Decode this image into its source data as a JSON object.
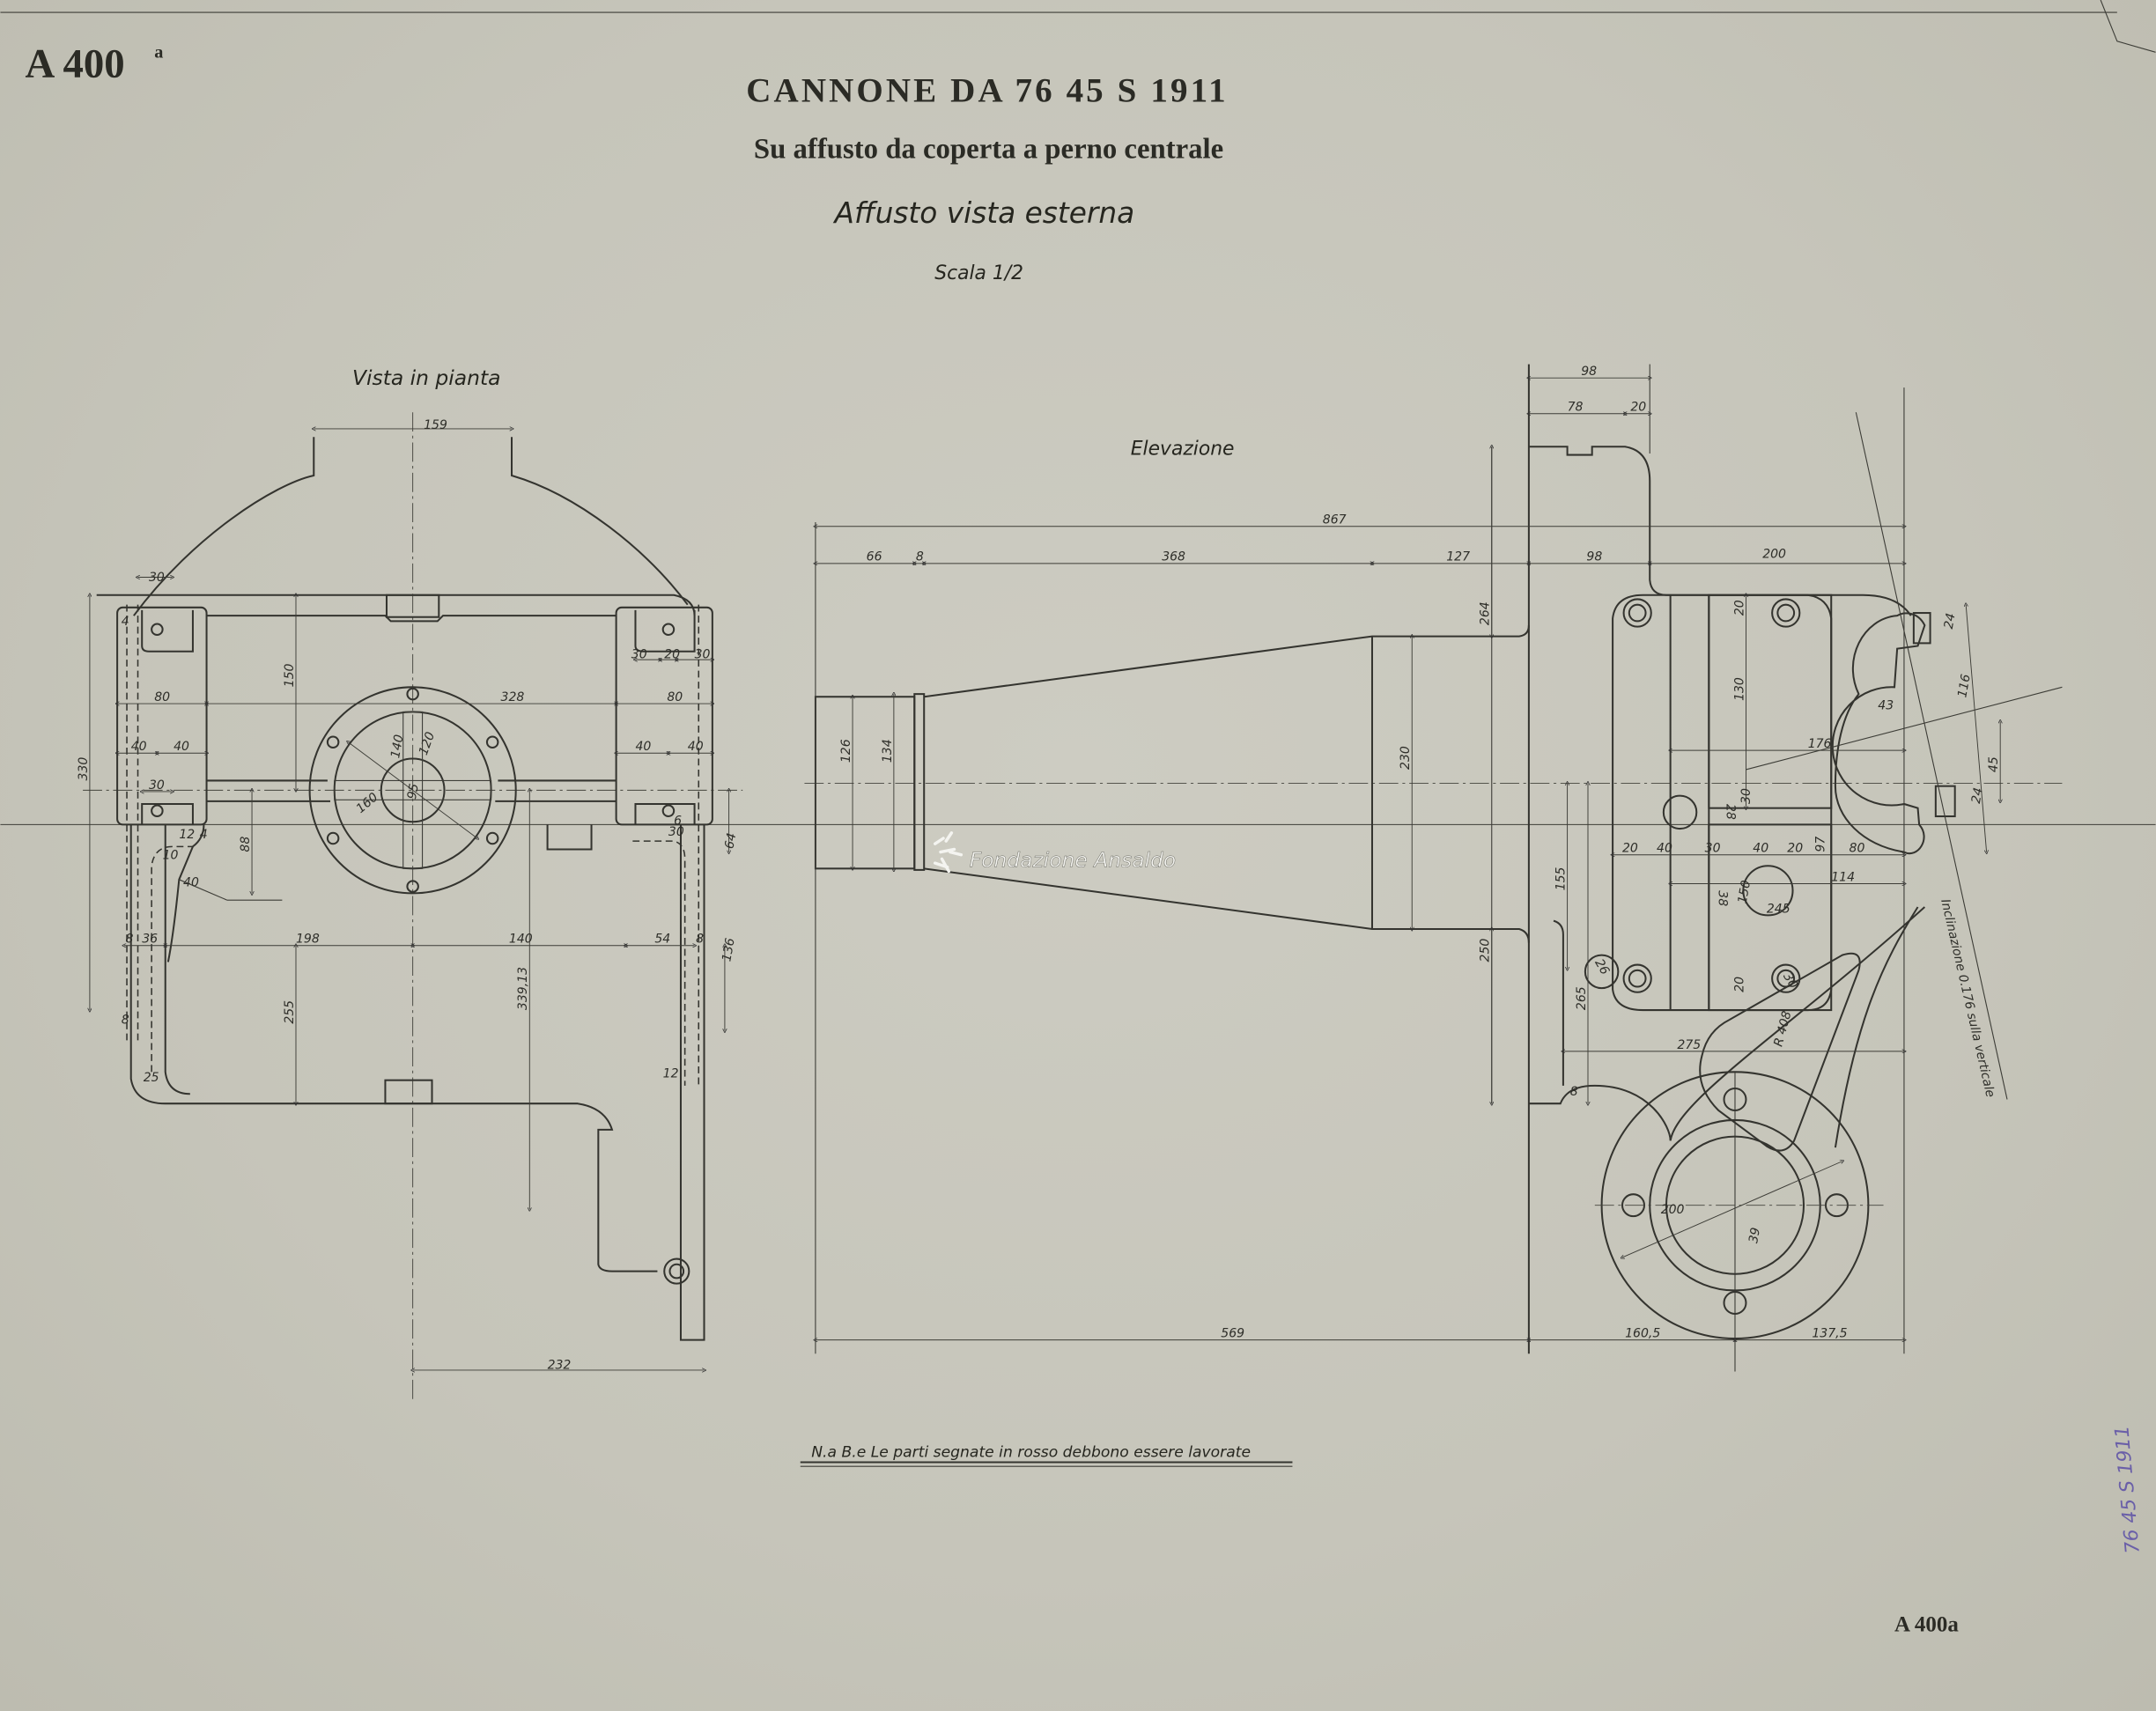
{
  "sheet_id_top": "A 400",
  "sheet_id_top_sup": "a",
  "sheet_id_bottom": "A 400a",
  "title": "CANNONE DA 76 45 S 1911",
  "subtitle": "Su affusto da coperta a perno centrale",
  "view_title": "Affusto vista esterna",
  "scale": "Scala 1/2",
  "plan_label": "Vista in pianta",
  "elevation_label": "Elevazione",
  "note": "N.a B.e  Le parti segnate in rosso debbono essere lavorate",
  "inclination_note": "Inclinazione 0.176 sulla verticale",
  "archive_stamp": "76 45 S 1911",
  "watermark": "Fondazione Ansaldo",
  "colors": {
    "paper": "#c8c7bc",
    "ink": "#34342f",
    "stamp": "#6a5fa8",
    "watermark": "#f4f4f0"
  },
  "plan_dims": {
    "d159": "159",
    "d30a": "30",
    "d4": "4",
    "d150": "150",
    "d80a": "80",
    "d328": "328",
    "d80b": "80",
    "d30b": "30",
    "d20": "20",
    "d30c": "30",
    "d40a": "40",
    "d40b": "40",
    "d40c": "40",
    "d40d": "40",
    "d330": "330",
    "d30d": "30",
    "d140a": "140",
    "d120": "120",
    "d160": "160",
    "d95": "95",
    "d6": "6",
    "d30e": "30",
    "d12a": "12",
    "d4b": "4",
    "d10": "10",
    "d40e": "40",
    "d88": "88",
    "d64": "64",
    "d8a": "8",
    "d36": "36",
    "d198": "198",
    "d140b": "140",
    "d54": "54",
    "d8b": "8",
    "d136": "136",
    "d255": "255",
    "d339": "339,13",
    "d8c": "8",
    "d25": "25",
    "d12b": "12",
    "d232": "232"
  },
  "elev_dims": {
    "d98a": "98",
    "d78": "78",
    "d20a": "20",
    "d867": "867",
    "d66": "66",
    "d8": "8",
    "d368": "368",
    "d127": "127",
    "d98b": "98",
    "d200a": "200",
    "d264": "264",
    "d250": "250",
    "d230": "230",
    "d126": "126",
    "d134": "134",
    "d130": "130",
    "d20b": "20",
    "d116": "116",
    "d43": "43",
    "d45": "45",
    "d24a": "24",
    "d24b": "24",
    "d176": "176",
    "d28": "28",
    "d30a": "30",
    "d155": "155",
    "d20c": "20",
    "d40a": "40",
    "d30b": "30",
    "d40b": "40",
    "d20d": "20",
    "d80": "80",
    "d97": "97",
    "d114": "114",
    "d38": "38",
    "d150": "150",
    "d245": "245",
    "d26": "26",
    "d30c": "30",
    "d20e": "20",
    "d265": "265",
    "d275": "275",
    "d8b": "8",
    "dR408": "R 408",
    "d200b": "200",
    "d39": "39",
    "d569": "569",
    "d160_5": "160,5",
    "d137_5": "137,5"
  }
}
